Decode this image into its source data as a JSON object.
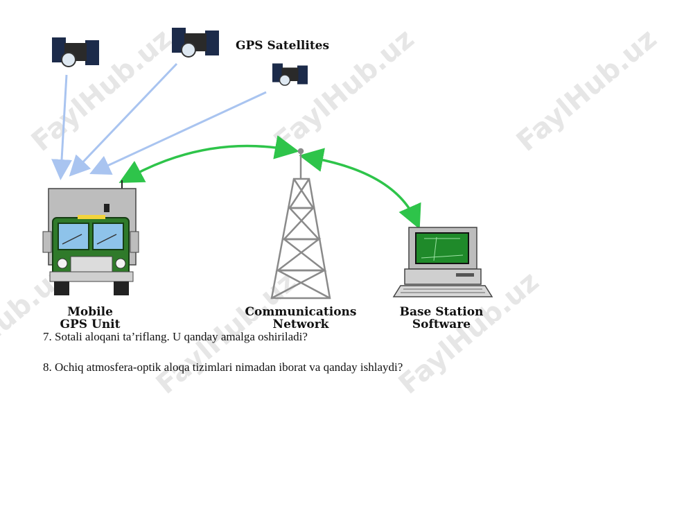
{
  "watermark": "FaylHub.uz",
  "diagram": {
    "satellites_label": "GPS Satellites",
    "mobile_label_line1": "Mobile",
    "mobile_label_line2": "GPS Unit",
    "network_label_line1": "Communications",
    "network_label_line2": "Network",
    "base_label_line1": "Base Station",
    "base_label_line2": "Software"
  },
  "questions": [
    "7. Sotali aloqani ta’riflang. U qanday amalga oshiriladi?",
    "8. Ochiq atmosfera-optik aloqa tizimlari nimadan iborat va qanday ishlaydi?"
  ],
  "colors": {
    "satellite_signal": "#a9c4f0",
    "network_link": "#2ec44a",
    "truck_body": "#2f7a2a",
    "truck_box": "#bdbdbd",
    "monitor_screen": "#1f8a2a"
  }
}
